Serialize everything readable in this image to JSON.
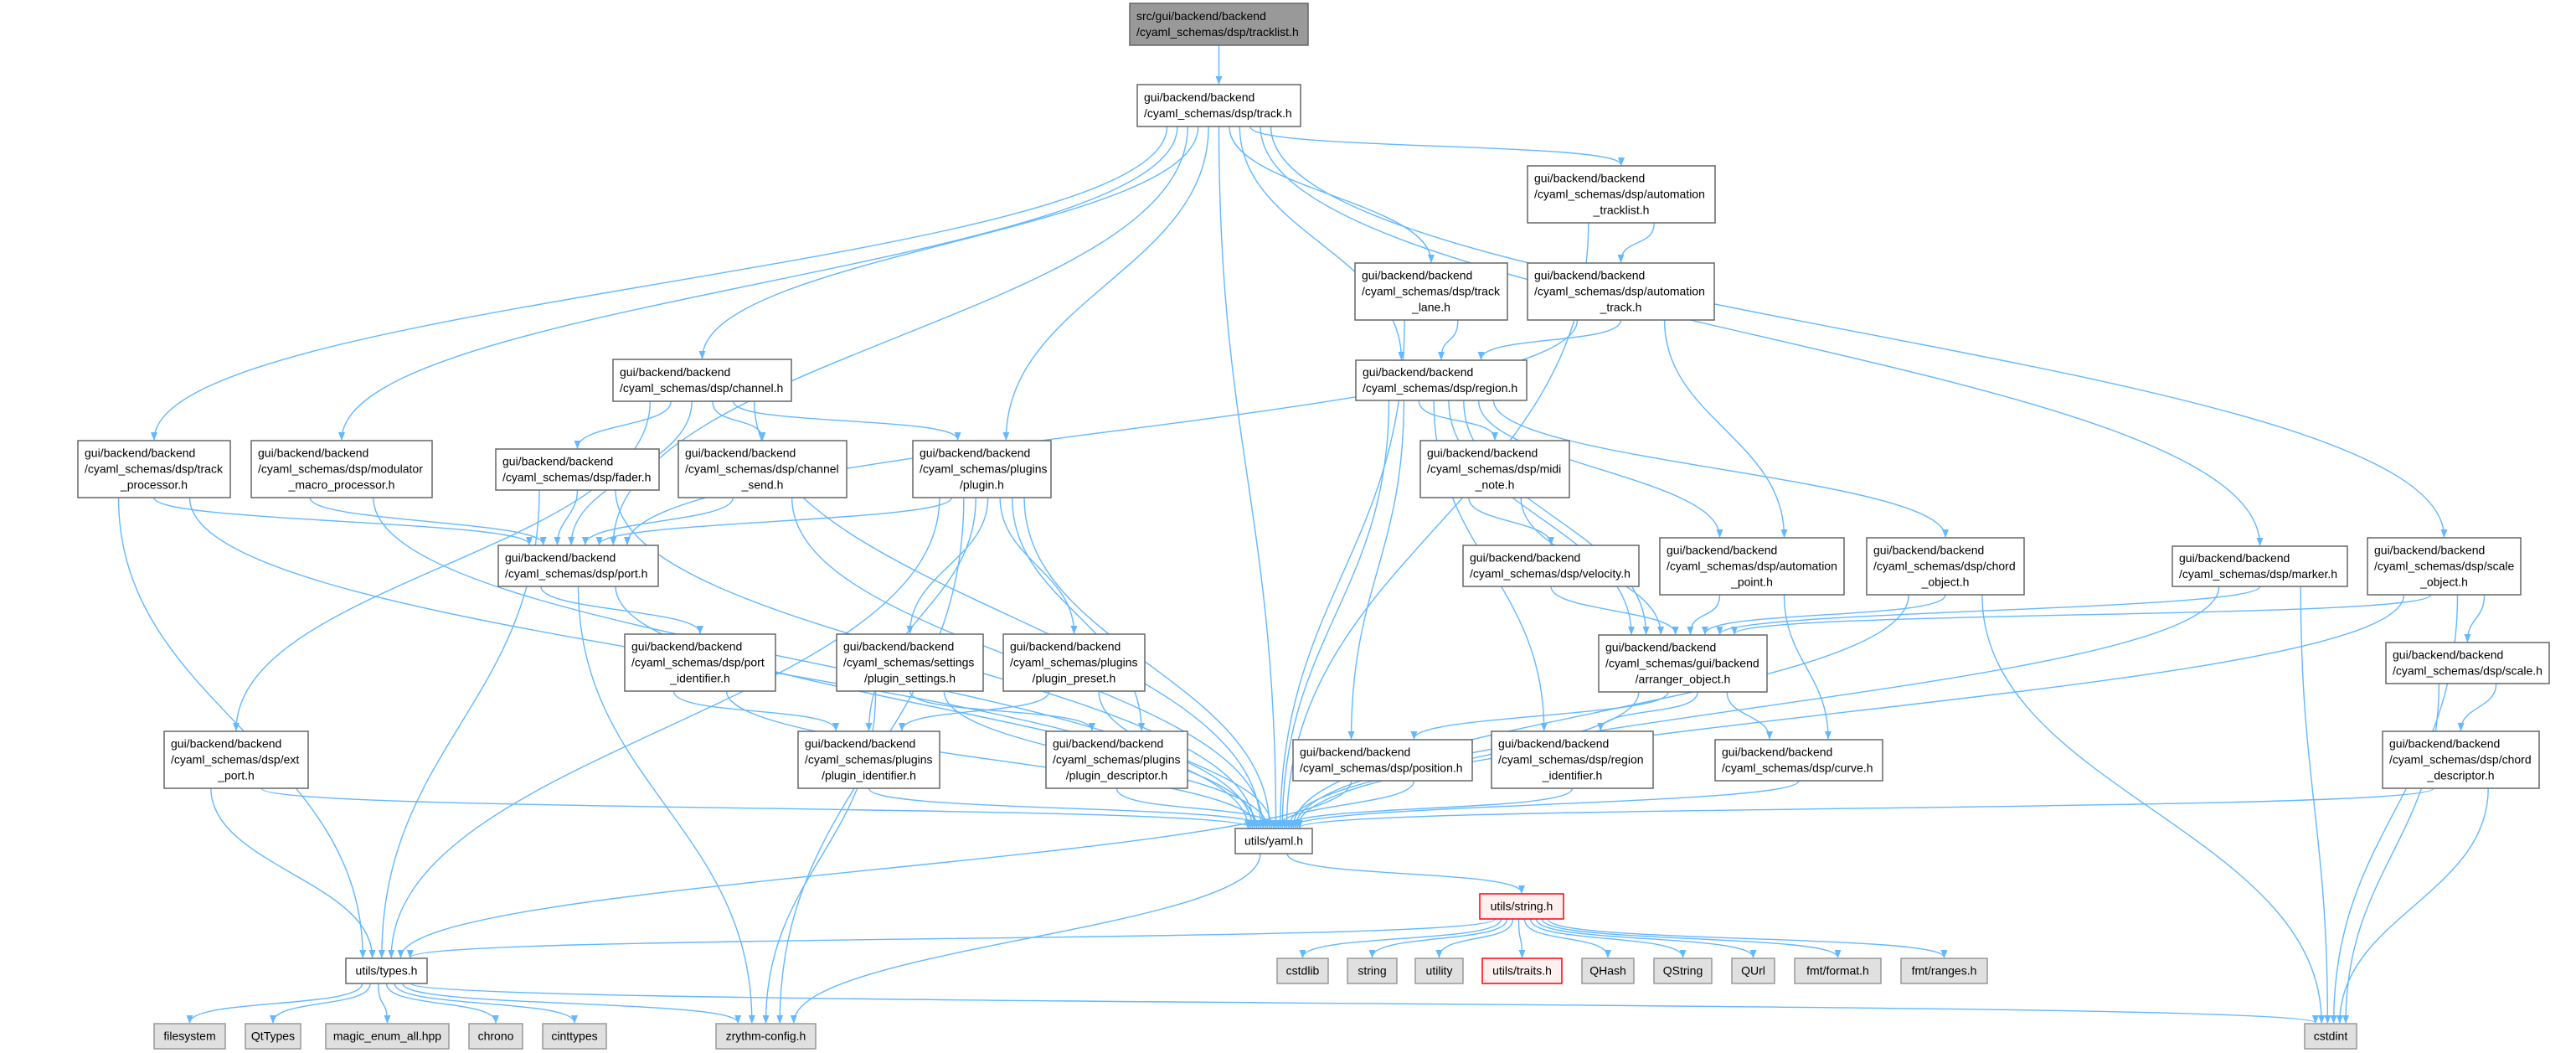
{
  "diagram": {
    "title": "src/gui/backend/backend/cyaml_schemas/dsp/tracklist.h include dependency graph",
    "colors": {
      "edge": "#63b8ff",
      "root_fill": "#999999",
      "node_border": "#666666",
      "external_fill": "#e0e0e0",
      "red_border": "#ff0000",
      "red_fill": "#fff0f0"
    },
    "nodes": [
      {
        "id": "root",
        "kind": "root",
        "lines": [
          "src/gui/backend/backend",
          "/cyaml_schemas/dsp/tracklist.h"
        ]
      },
      {
        "id": "track",
        "kind": "normal",
        "lines": [
          "gui/backend/backend",
          "/cyaml_schemas/dsp/track.h"
        ]
      },
      {
        "id": "atl",
        "kind": "normal",
        "lines": [
          "gui/backend/backend",
          "/cyaml_schemas/dsp/automation",
          "_tracklist.h"
        ]
      },
      {
        "id": "at",
        "kind": "normal",
        "lines": [
          "gui/backend/backend",
          "/cyaml_schemas/dsp/automation",
          "_track.h"
        ]
      },
      {
        "id": "lane",
        "kind": "normal",
        "lines": [
          "gui/backend/backend",
          "/cyaml_schemas/dsp/track",
          "_lane.h"
        ]
      },
      {
        "id": "region",
        "kind": "normal",
        "lines": [
          "gui/backend/backend",
          "/cyaml_schemas/dsp/region.h"
        ]
      },
      {
        "id": "channel",
        "kind": "normal",
        "lines": [
          "gui/backend/backend",
          "/cyaml_schemas/dsp/channel.h"
        ]
      },
      {
        "id": "tp",
        "kind": "normal",
        "lines": [
          "gui/backend/backend",
          "/cyaml_schemas/dsp/track",
          "_processor.h"
        ]
      },
      {
        "id": "mmp",
        "kind": "normal",
        "lines": [
          "gui/backend/backend",
          "/cyaml_schemas/dsp/modulator",
          "_macro_processor.h"
        ]
      },
      {
        "id": "fader",
        "kind": "normal",
        "lines": [
          "gui/backend/backend",
          "/cyaml_schemas/dsp/fader.h"
        ]
      },
      {
        "id": "send",
        "kind": "normal",
        "lines": [
          "gui/backend/backend",
          "/cyaml_schemas/dsp/channel",
          "_send.h"
        ]
      },
      {
        "id": "plugin",
        "kind": "normal",
        "lines": [
          "gui/backend/backend",
          "/cyaml_schemas/plugins",
          "/plugin.h"
        ]
      },
      {
        "id": "midi",
        "kind": "normal",
        "lines": [
          "gui/backend/backend",
          "/cyaml_schemas/dsp/midi",
          "_note.h"
        ]
      },
      {
        "id": "vel",
        "kind": "normal",
        "lines": [
          "gui/backend/backend",
          "/cyaml_schemas/dsp/velocity.h"
        ]
      },
      {
        "id": "ap",
        "kind": "normal",
        "lines": [
          "gui/backend/backend",
          "/cyaml_schemas/dsp/automation",
          "_point.h"
        ]
      },
      {
        "id": "chord",
        "kind": "normal",
        "lines": [
          "gui/backend/backend",
          "/cyaml_schemas/dsp/chord",
          "_object.h"
        ]
      },
      {
        "id": "marker",
        "kind": "normal",
        "lines": [
          "gui/backend/backend",
          "/cyaml_schemas/dsp/marker.h"
        ]
      },
      {
        "id": "scaleobj",
        "kind": "normal",
        "lines": [
          "gui/backend/backend",
          "/cyaml_schemas/dsp/scale",
          "_object.h"
        ]
      },
      {
        "id": "port",
        "kind": "normal",
        "lines": [
          "gui/backend/backend",
          "/cyaml_schemas/dsp/port.h"
        ]
      },
      {
        "id": "pid",
        "kind": "normal",
        "lines": [
          "gui/backend/backend",
          "/cyaml_schemas/dsp/port",
          "_identifier.h"
        ]
      },
      {
        "id": "pset",
        "kind": "normal",
        "lines": [
          "gui/backend/backend",
          "/cyaml_schemas/settings",
          "/plugin_settings.h"
        ]
      },
      {
        "id": "ppre",
        "kind": "normal",
        "lines": [
          "gui/backend/backend",
          "/cyaml_schemas/plugins",
          "/plugin_preset.h"
        ]
      },
      {
        "id": "arr",
        "kind": "normal",
        "lines": [
          "gui/backend/backend",
          "/cyaml_schemas/gui/backend",
          "/arranger_object.h"
        ]
      },
      {
        "id": "scale",
        "kind": "normal",
        "lines": [
          "gui/backend/backend",
          "/cyaml_schemas/dsp/scale.h"
        ]
      },
      {
        "id": "extp",
        "kind": "normal",
        "lines": [
          "gui/backend/backend",
          "/cyaml_schemas/dsp/ext",
          "_port.h"
        ]
      },
      {
        "id": "pident",
        "kind": "normal",
        "lines": [
          "gui/backend/backend",
          "/cyaml_schemas/plugins",
          "/plugin_identifier.h"
        ]
      },
      {
        "id": "pdesc",
        "kind": "normal",
        "lines": [
          "gui/backend/backend",
          "/cyaml_schemas/plugins",
          "/plugin_descriptor.h"
        ]
      },
      {
        "id": "pos",
        "kind": "normal",
        "lines": [
          "gui/backend/backend",
          "/cyaml_schemas/dsp/position.h"
        ]
      },
      {
        "id": "rid",
        "kind": "normal",
        "lines": [
          "gui/backend/backend",
          "/cyaml_schemas/dsp/region",
          "_identifier.h"
        ]
      },
      {
        "id": "curve",
        "kind": "normal",
        "lines": [
          "gui/backend/backend",
          "/cyaml_schemas/dsp/curve.h"
        ]
      },
      {
        "id": "cdesc",
        "kind": "normal",
        "lines": [
          "gui/backend/backend",
          "/cyaml_schemas/dsp/chord",
          "_descriptor.h"
        ]
      },
      {
        "id": "yaml",
        "kind": "normal",
        "lines": [
          "utils/yaml.h"
        ]
      },
      {
        "id": "str",
        "kind": "red",
        "lines": [
          "utils/string.h"
        ]
      },
      {
        "id": "types",
        "kind": "normal",
        "lines": [
          "utils/types.h"
        ]
      },
      {
        "id": "cstdlib",
        "kind": "external",
        "lines": [
          "cstdlib"
        ]
      },
      {
        "id": "string",
        "kind": "external",
        "lines": [
          "string"
        ]
      },
      {
        "id": "utility",
        "kind": "external",
        "lines": [
          "utility"
        ]
      },
      {
        "id": "traits",
        "kind": "red",
        "lines": [
          "utils/traits.h"
        ]
      },
      {
        "id": "qhash",
        "kind": "external",
        "lines": [
          "QHash"
        ]
      },
      {
        "id": "qstring",
        "kind": "external",
        "lines": [
          "QString"
        ]
      },
      {
        "id": "qurl",
        "kind": "external",
        "lines": [
          "QUrl"
        ]
      },
      {
        "id": "fmtformat",
        "kind": "external",
        "lines": [
          "fmt/format.h"
        ]
      },
      {
        "id": "fmtranges",
        "kind": "external",
        "lines": [
          "fmt/ranges.h"
        ]
      },
      {
        "id": "filesystem",
        "kind": "external",
        "lines": [
          "filesystem"
        ]
      },
      {
        "id": "qttypes",
        "kind": "external",
        "lines": [
          "QtTypes"
        ]
      },
      {
        "id": "magic",
        "kind": "external",
        "lines": [
          "magic_enum_all.hpp"
        ]
      },
      {
        "id": "chrono",
        "kind": "external",
        "lines": [
          "chrono"
        ]
      },
      {
        "id": "cinttypes",
        "kind": "external",
        "lines": [
          "cinttypes"
        ]
      },
      {
        "id": "zconfig",
        "kind": "external",
        "lines": [
          "zrythm-config.h"
        ]
      },
      {
        "id": "cstdint",
        "kind": "external",
        "lines": [
          "cstdint"
        ]
      }
    ],
    "edges": [
      [
        "root",
        "track"
      ],
      [
        "track",
        "tp"
      ],
      [
        "track",
        "mmp"
      ],
      [
        "track",
        "channel"
      ],
      [
        "track",
        "port"
      ],
      [
        "track",
        "plugin"
      ],
      [
        "track",
        "yaml"
      ],
      [
        "track",
        "region"
      ],
      [
        "track",
        "lane"
      ],
      [
        "track",
        "atl"
      ],
      [
        "track",
        "marker"
      ],
      [
        "track",
        "scaleobj"
      ],
      [
        "atl",
        "at"
      ],
      [
        "atl",
        "yaml"
      ],
      [
        "at",
        "port"
      ],
      [
        "at",
        "region"
      ],
      [
        "at",
        "ap"
      ],
      [
        "lane",
        "region"
      ],
      [
        "lane",
        "yaml"
      ],
      [
        "region",
        "pos"
      ],
      [
        "region",
        "arr"
      ],
      [
        "region",
        "arr"
      ],
      [
        "region",
        "rid"
      ],
      [
        "region",
        "midi"
      ],
      [
        "region",
        "ap"
      ],
      [
        "region",
        "chord"
      ],
      [
        "region",
        "yaml"
      ],
      [
        "channel",
        "extp"
      ],
      [
        "channel",
        "yaml"
      ],
      [
        "channel",
        "fader"
      ],
      [
        "channel",
        "send"
      ],
      [
        "channel",
        "plugin"
      ],
      [
        "channel",
        "port"
      ],
      [
        "tp",
        "types"
      ],
      [
        "tp",
        "yaml"
      ],
      [
        "tp",
        "port"
      ],
      [
        "mmp",
        "yaml"
      ],
      [
        "mmp",
        "port"
      ],
      [
        "fader",
        "types"
      ],
      [
        "fader",
        "yaml"
      ],
      [
        "fader",
        "port"
      ],
      [
        "send",
        "port"
      ],
      [
        "send",
        "yaml"
      ],
      [
        "plugin",
        "port"
      ],
      [
        "plugin",
        "types"
      ],
      [
        "plugin",
        "pset"
      ],
      [
        "plugin",
        "pident"
      ],
      [
        "plugin",
        "ppre"
      ],
      [
        "plugin",
        "pdesc"
      ],
      [
        "plugin",
        "zconfig"
      ],
      [
        "plugin",
        "yaml"
      ],
      [
        "port",
        "zconfig"
      ],
      [
        "port",
        "yaml"
      ],
      [
        "port",
        "pid"
      ],
      [
        "pid",
        "yaml"
      ],
      [
        "pid",
        "pident"
      ],
      [
        "pset",
        "zconfig"
      ],
      [
        "pset",
        "yaml"
      ],
      [
        "pset",
        "pdesc"
      ],
      [
        "ppre",
        "pident"
      ],
      [
        "ppre",
        "yaml"
      ],
      [
        "pident",
        "yaml"
      ],
      [
        "pdesc",
        "yaml"
      ],
      [
        "extp",
        "types"
      ],
      [
        "extp",
        "yaml"
      ],
      [
        "midi",
        "arr"
      ],
      [
        "midi",
        "vel"
      ],
      [
        "vel",
        "arr"
      ],
      [
        "ap",
        "arr"
      ],
      [
        "ap",
        "curve"
      ],
      [
        "chord",
        "arr"
      ],
      [
        "chord",
        "yaml"
      ],
      [
        "chord",
        "cstdint"
      ],
      [
        "marker",
        "arr"
      ],
      [
        "marker",
        "yaml"
      ],
      [
        "marker",
        "cstdint"
      ],
      [
        "scaleobj",
        "arr"
      ],
      [
        "scaleobj",
        "yaml"
      ],
      [
        "scaleobj",
        "cstdint"
      ],
      [
        "scaleobj",
        "scale"
      ],
      [
        "scale",
        "cdesc"
      ],
      [
        "scale",
        "cstdint"
      ],
      [
        "cdesc",
        "yaml"
      ],
      [
        "cdesc",
        "cstdint"
      ],
      [
        "arr",
        "pos"
      ],
      [
        "arr",
        "yaml"
      ],
      [
        "arr",
        "rid"
      ],
      [
        "arr",
        "curve"
      ],
      [
        "pos",
        "yaml"
      ],
      [
        "pos",
        "types"
      ],
      [
        "rid",
        "yaml"
      ],
      [
        "curve",
        "yaml"
      ],
      [
        "yaml",
        "str"
      ],
      [
        "yaml",
        "zconfig"
      ],
      [
        "str",
        "types"
      ],
      [
        "str",
        "cstdlib"
      ],
      [
        "str",
        "string"
      ],
      [
        "str",
        "utility"
      ],
      [
        "str",
        "traits"
      ],
      [
        "str",
        "qhash"
      ],
      [
        "str",
        "qstring"
      ],
      [
        "str",
        "qurl"
      ],
      [
        "str",
        "fmtformat"
      ],
      [
        "str",
        "fmtranges"
      ],
      [
        "types",
        "filesystem"
      ],
      [
        "types",
        "qttypes"
      ],
      [
        "types",
        "magic"
      ],
      [
        "types",
        "chrono"
      ],
      [
        "types",
        "cinttypes"
      ],
      [
        "types",
        "zconfig"
      ],
      [
        "types",
        "cstdint"
      ]
    ]
  }
}
